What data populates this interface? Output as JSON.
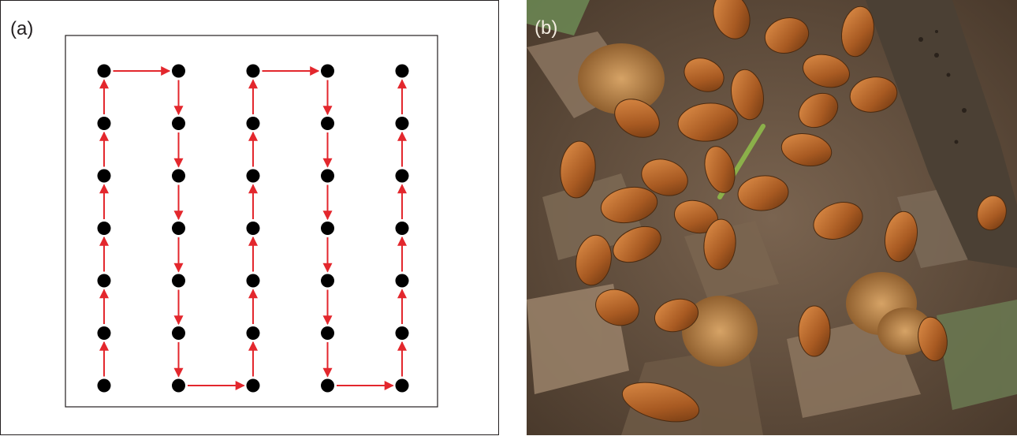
{
  "panel_a": {
    "label": "(a)",
    "grid": {
      "columns": 5,
      "rows": 7
    },
    "path": [
      [
        0,
        6
      ],
      [
        0,
        5
      ],
      [
        0,
        4
      ],
      [
        0,
        3
      ],
      [
        0,
        2
      ],
      [
        0,
        1
      ],
      [
        0,
        0
      ],
      [
        1,
        0
      ],
      [
        1,
        1
      ],
      [
        1,
        2
      ],
      [
        1,
        3
      ],
      [
        1,
        4
      ],
      [
        1,
        5
      ],
      [
        1,
        6
      ],
      [
        2,
        6
      ],
      [
        2,
        5
      ],
      [
        2,
        4
      ],
      [
        2,
        3
      ],
      [
        2,
        2
      ],
      [
        2,
        1
      ],
      [
        2,
        0
      ],
      [
        3,
        0
      ],
      [
        3,
        1
      ],
      [
        3,
        2
      ],
      [
        3,
        3
      ],
      [
        3,
        4
      ],
      [
        3,
        5
      ],
      [
        3,
        6
      ],
      [
        4,
        6
      ],
      [
        4,
        5
      ],
      [
        4,
        4
      ],
      [
        4,
        3
      ],
      [
        4,
        2
      ],
      [
        4,
        1
      ],
      [
        4,
        0
      ]
    ],
    "colors": {
      "node": "#000000",
      "arrow": "#e3272d",
      "frame": "#231f20"
    }
  },
  "panel_b": {
    "label": "(b)",
    "subject": "beech-nuts-and-husks-on-forest-floor",
    "colors": {
      "litter": "#5b4736",
      "nut": "#b5642a",
      "husk": "#c08a4a",
      "wood": "#4b4034",
      "leaf": "#6f8a4a"
    }
  }
}
